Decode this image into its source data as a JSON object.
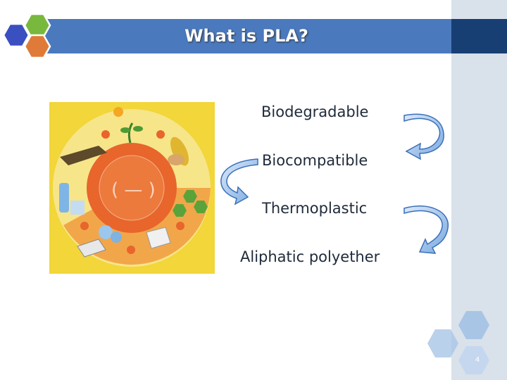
{
  "slide": {
    "title": "What is PLA?",
    "terms": [
      "Biodegradable",
      "Biocompatible",
      "Thermoplastic",
      "Aliphatic polyether"
    ],
    "page_number": "4"
  },
  "colors": {
    "title_bar": "#4a79bd",
    "title_bar_dark": "#173f73",
    "side_panel": "#d9e1ea",
    "hex_blue": "#3a50c0",
    "hex_green": "#78b83c",
    "hex_orange": "#e07a38",
    "arrow_fill": "#9fc3ee",
    "arrow_stroke": "#3a6fb8"
  },
  "icons": [
    "pla-lifecycle-illustration",
    "curved-arrow"
  ]
}
